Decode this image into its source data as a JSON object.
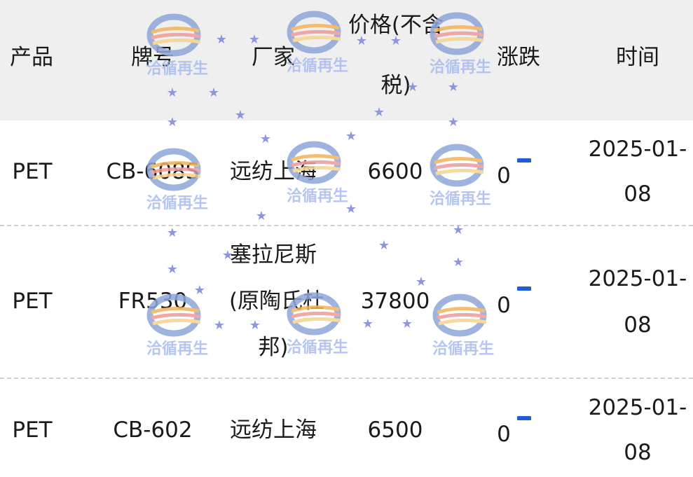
{
  "table": {
    "headers": {
      "product": "产品",
      "grade": "牌号",
      "manufacturer": "厂家",
      "price_line1": "价格(不含",
      "price_line2": "税)",
      "change": "涨跌",
      "time": "时间"
    },
    "rows": [
      {
        "product": "PET",
        "grade": "CB-608S",
        "manufacturer": [
          "远纺上海"
        ],
        "price": "6600",
        "change": "0",
        "date_line1": "2025-01-",
        "date_line2": "08"
      },
      {
        "product": "PET",
        "grade": "FR530",
        "manufacturer": [
          "塞拉尼斯",
          "(原陶氏杜",
          "邦)"
        ],
        "price": "37800",
        "change": "0",
        "date_line1": "2025-01-",
        "date_line2": "08"
      },
      {
        "product": "PET",
        "grade": "CB-602",
        "manufacturer": [
          "远纺上海"
        ],
        "price": "6500",
        "change": "0",
        "date_line1": "2025-01-",
        "date_line2": "08"
      }
    ]
  },
  "watermark": {
    "text": "洽循再生",
    "icon": "recycle-logo-icon",
    "star_icon": "star-icon"
  },
  "colors": {
    "header_bg": "#efefef",
    "change_flat_indicator": "#1f5fd6",
    "watermark_text": "#a9bcef",
    "star": "#8f96dc"
  }
}
